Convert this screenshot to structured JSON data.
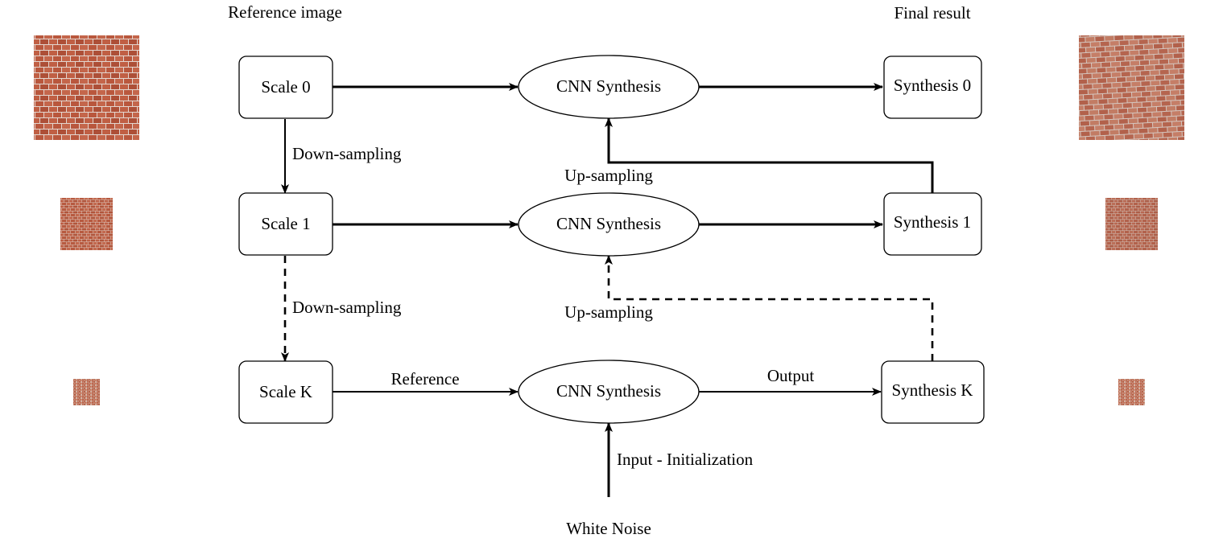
{
  "headings": {
    "reference_image": "Reference image",
    "final_result": "Final result"
  },
  "scales": [
    "Scale 0",
    "Scale 1",
    "Scale K"
  ],
  "cnn_nodes": [
    "CNN Synthesis",
    "CNN Synthesis",
    "CNN Synthesis"
  ],
  "syntheses": [
    "Synthesis 0",
    "Synthesis 1",
    "Synthesis K"
  ],
  "edge_labels": {
    "down_sampling_1": "Down-sampling",
    "down_sampling_2": "Down-sampling",
    "up_sampling_1": "Up-sampling",
    "up_sampling_2": "Up-sampling",
    "reference": "Reference",
    "output": "Output",
    "input_initialization": "Input - Initialization"
  },
  "white_noise": "White Noise",
  "colors": {
    "brick": "#b5583f",
    "mortar": "#e8ddd6",
    "brick_result": "#bf6a52",
    "line": "#000000"
  }
}
